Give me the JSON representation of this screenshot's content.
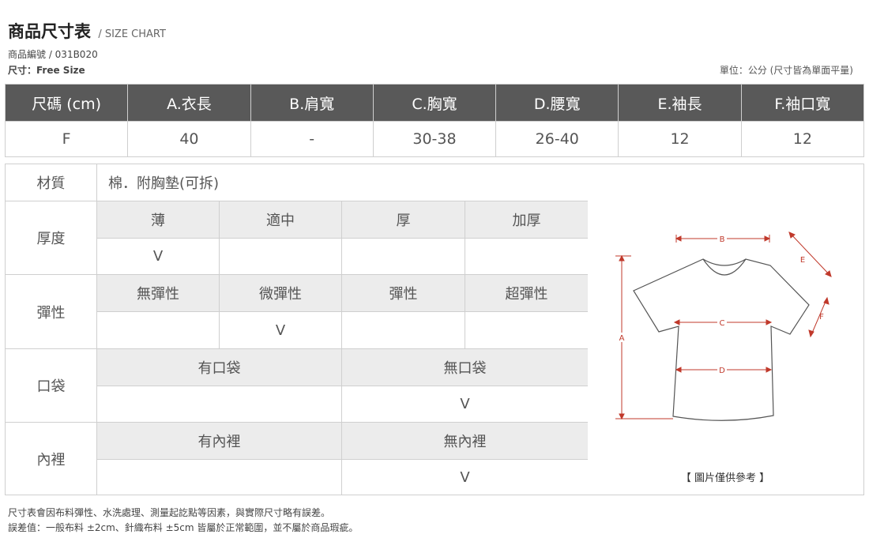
{
  "header": {
    "title": "商品尺寸表",
    "subtitle": "/ SIZE CHART",
    "product_code": "商品編號 / 031B020",
    "size_line": "尺寸：Free Size",
    "unit_note": "單位：公分 (尺寸皆為單面平量)"
  },
  "size_table": {
    "headers": [
      "尺碼 (cm)",
      "A.衣長",
      "B.肩寬",
      "C.胸寬",
      "D.腰寬",
      "E.袖長",
      "F.袖口寬"
    ],
    "row": [
      "F",
      "40",
      "-",
      "30-38",
      "26-40",
      "12",
      "12"
    ]
  },
  "details": {
    "material_label": "材質",
    "material_value": "棉．附胸墊(可拆)",
    "thickness_label": "厚度",
    "thickness_options": [
      "薄",
      "適中",
      "厚",
      "加厚"
    ],
    "thickness_marks": [
      "V",
      "",
      "",
      ""
    ],
    "elasticity_label": "彈性",
    "elasticity_options": [
      "無彈性",
      "微彈性",
      "彈性",
      "超彈性"
    ],
    "elasticity_marks": [
      "",
      "V",
      "",
      ""
    ],
    "pocket_label": "口袋",
    "pocket_options": [
      "有口袋",
      "無口袋"
    ],
    "pocket_marks": [
      "",
      "V"
    ],
    "lining_label": "內裡",
    "lining_options": [
      "有內裡",
      "無內裡"
    ],
    "lining_marks": [
      "",
      "V"
    ]
  },
  "diagram": {
    "labels": [
      "A",
      "B",
      "C",
      "D",
      "E",
      "F"
    ],
    "caption": "【 圖片僅供參考 】",
    "accent_color": "#c0392b"
  },
  "footnotes": {
    "line1": "尺寸表會因布料彈性、水洗處理、測量起訖點等因素，與實際尺寸略有誤差。",
    "line2": "誤差值：一般布料 ±2cm、針織布料 ±5cm 皆屬於正常範圍，並不屬於商品瑕疵。"
  }
}
